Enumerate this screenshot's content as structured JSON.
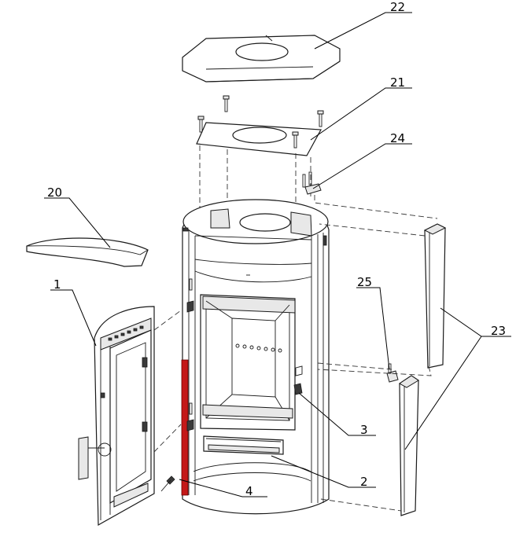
{
  "callouts": [
    {
      "id": "c22",
      "label": "22"
    },
    {
      "id": "c21",
      "label": "21"
    },
    {
      "id": "c24",
      "label": "24"
    },
    {
      "id": "c20",
      "label": "20"
    },
    {
      "id": "c1",
      "label": "1"
    },
    {
      "id": "c25",
      "label": "25"
    },
    {
      "id": "c23",
      "label": "23"
    },
    {
      "id": "c3",
      "label": "3"
    },
    {
      "id": "c2",
      "label": "2"
    },
    {
      "id": "c4",
      "label": "4"
    }
  ],
  "colors": {
    "line": "#1a1a1a",
    "highlight": "#c41818"
  }
}
